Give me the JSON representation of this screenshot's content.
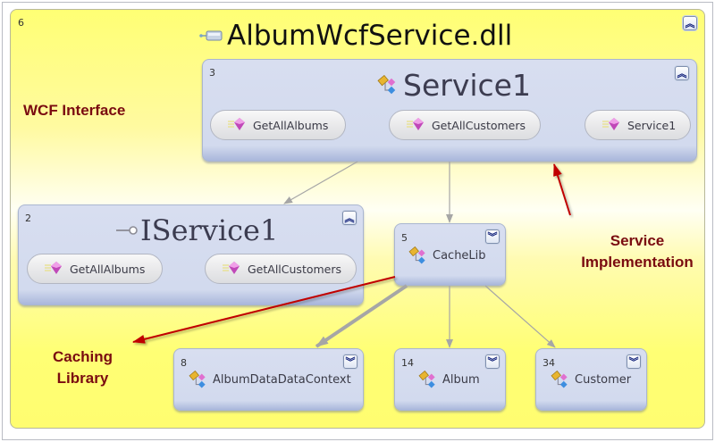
{
  "diagram": {
    "container": {
      "id": "6",
      "title": "AlbumWcfService.dll",
      "icon": "assembly-icon",
      "toggle": "collapse"
    },
    "nodes": [
      {
        "key": "service1",
        "id": "3",
        "title": "Service1",
        "icon": "class-icon",
        "toggle": "collapse",
        "members": [
          {
            "label": "GetAllAlbums",
            "icon": "method-icon"
          },
          {
            "label": "GetAllCustomers",
            "icon": "method-icon"
          },
          {
            "label": "Service1",
            "icon": "method-icon"
          }
        ]
      },
      {
        "key": "iservice1",
        "id": "2",
        "title": "IService1",
        "icon": "interface-icon",
        "toggle": "collapse",
        "members": [
          {
            "label": "GetAllAlbums",
            "icon": "method-icon"
          },
          {
            "label": "GetAllCustomers",
            "icon": "method-icon"
          }
        ]
      },
      {
        "key": "cachelib",
        "id": "5",
        "title": "CacheLib",
        "icon": "class-icon",
        "toggle": "expand"
      },
      {
        "key": "albumdatadatacontext",
        "id": "8",
        "title": "AlbumDataDataContext",
        "icon": "class-icon",
        "toggle": "expand"
      },
      {
        "key": "album",
        "id": "14",
        "title": "Album",
        "icon": "class-icon",
        "toggle": "expand"
      },
      {
        "key": "customer",
        "id": "34",
        "title": "Customer",
        "icon": "class-icon",
        "toggle": "expand"
      }
    ],
    "edges": [
      {
        "from": "Service1",
        "to": "IService1",
        "weight": "thin"
      },
      {
        "from": "Service1",
        "to": "CacheLib",
        "weight": "thin"
      },
      {
        "from": "CacheLib",
        "to": "AlbumDataDataContext",
        "weight": "thick"
      },
      {
        "from": "CacheLib",
        "to": "Album",
        "weight": "thin"
      },
      {
        "from": "CacheLib",
        "to": "Customer",
        "weight": "thin"
      }
    ],
    "annotations": [
      {
        "text": "WCF Interface",
        "target": "IService1"
      },
      {
        "line1": "Service",
        "line2": "Implementation",
        "target": "Service1"
      },
      {
        "line1": "Caching",
        "line2": "Library",
        "target": "CacheLib"
      }
    ],
    "colors": {
      "container_bg": "#ffff74",
      "node_bg": "#d2daee",
      "annotation_text": "#7a0b10",
      "annotation_arrow": "#c00000",
      "edge": "#a6a6a6",
      "toggle_glyph": "#10207a"
    }
  }
}
